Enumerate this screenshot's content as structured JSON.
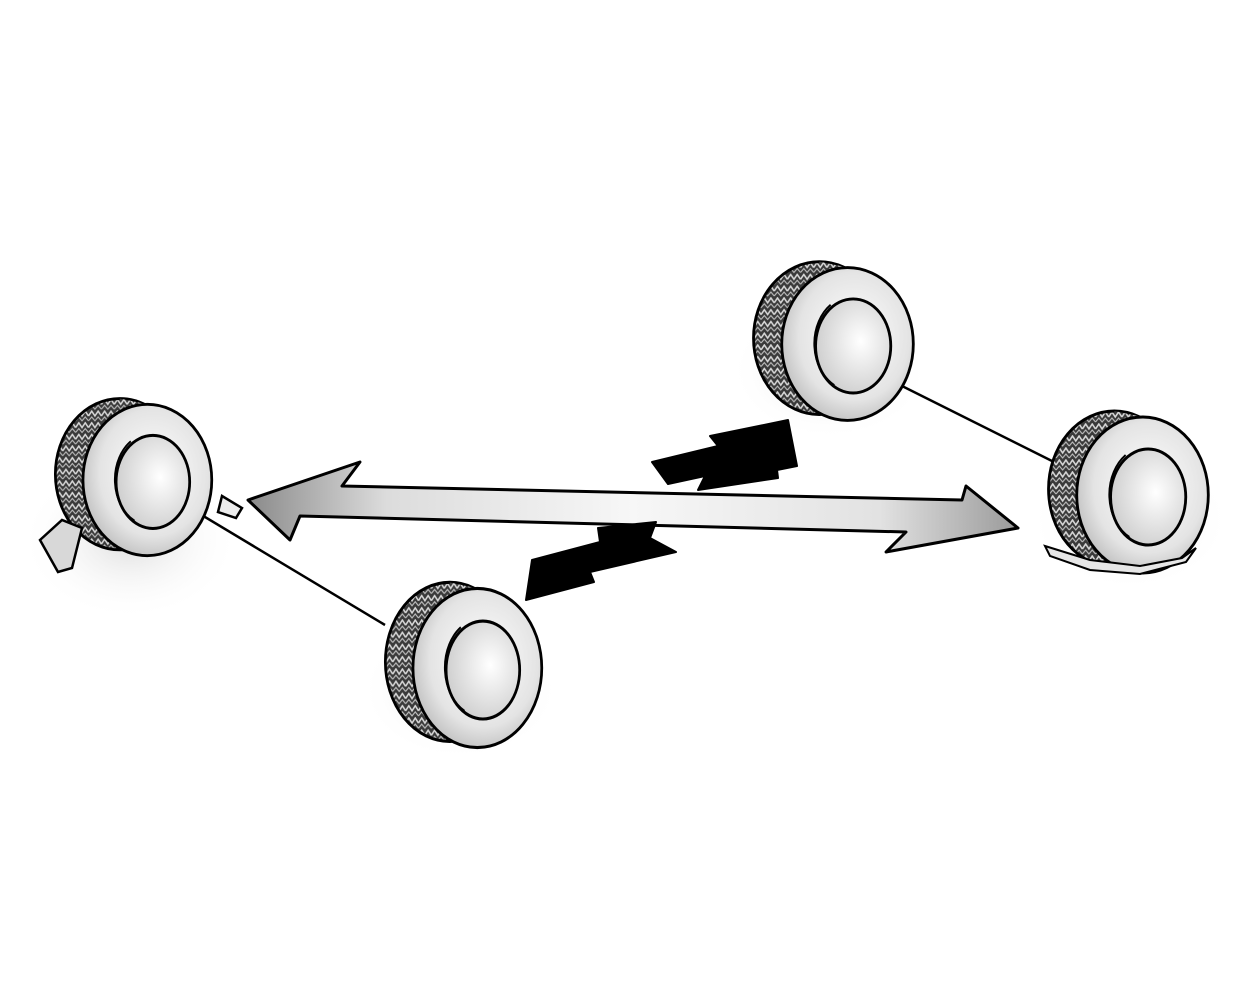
{
  "diagram": {
    "kind": "tire-rotation",
    "pattern": "cross-rotation",
    "colors": {
      "background": "#ffffff",
      "outline": "#000000",
      "tire_fill": "#d9d9d9",
      "tread_dark": "#2a2a2a",
      "long_arrow_light": "#f2f2f2",
      "long_arrow_dark": "#9a9a9a",
      "short_arrow": "#000000"
    },
    "wheels": [
      {
        "id": "wheel-rear-left",
        "icon": "tire-icon"
      },
      {
        "id": "wheel-front-left",
        "icon": "tire-icon"
      },
      {
        "id": "wheel-rear-right",
        "icon": "tire-icon"
      },
      {
        "id": "wheel-front-right",
        "icon": "tire-icon"
      }
    ],
    "arrows": [
      {
        "id": "arrow-long-double",
        "style": "gray-gradient",
        "heads": "both"
      },
      {
        "id": "arrow-to-rear-right",
        "style": "solid-black",
        "heads": "one"
      },
      {
        "id": "arrow-to-front-left",
        "style": "solid-black",
        "heads": "one"
      }
    ]
  }
}
